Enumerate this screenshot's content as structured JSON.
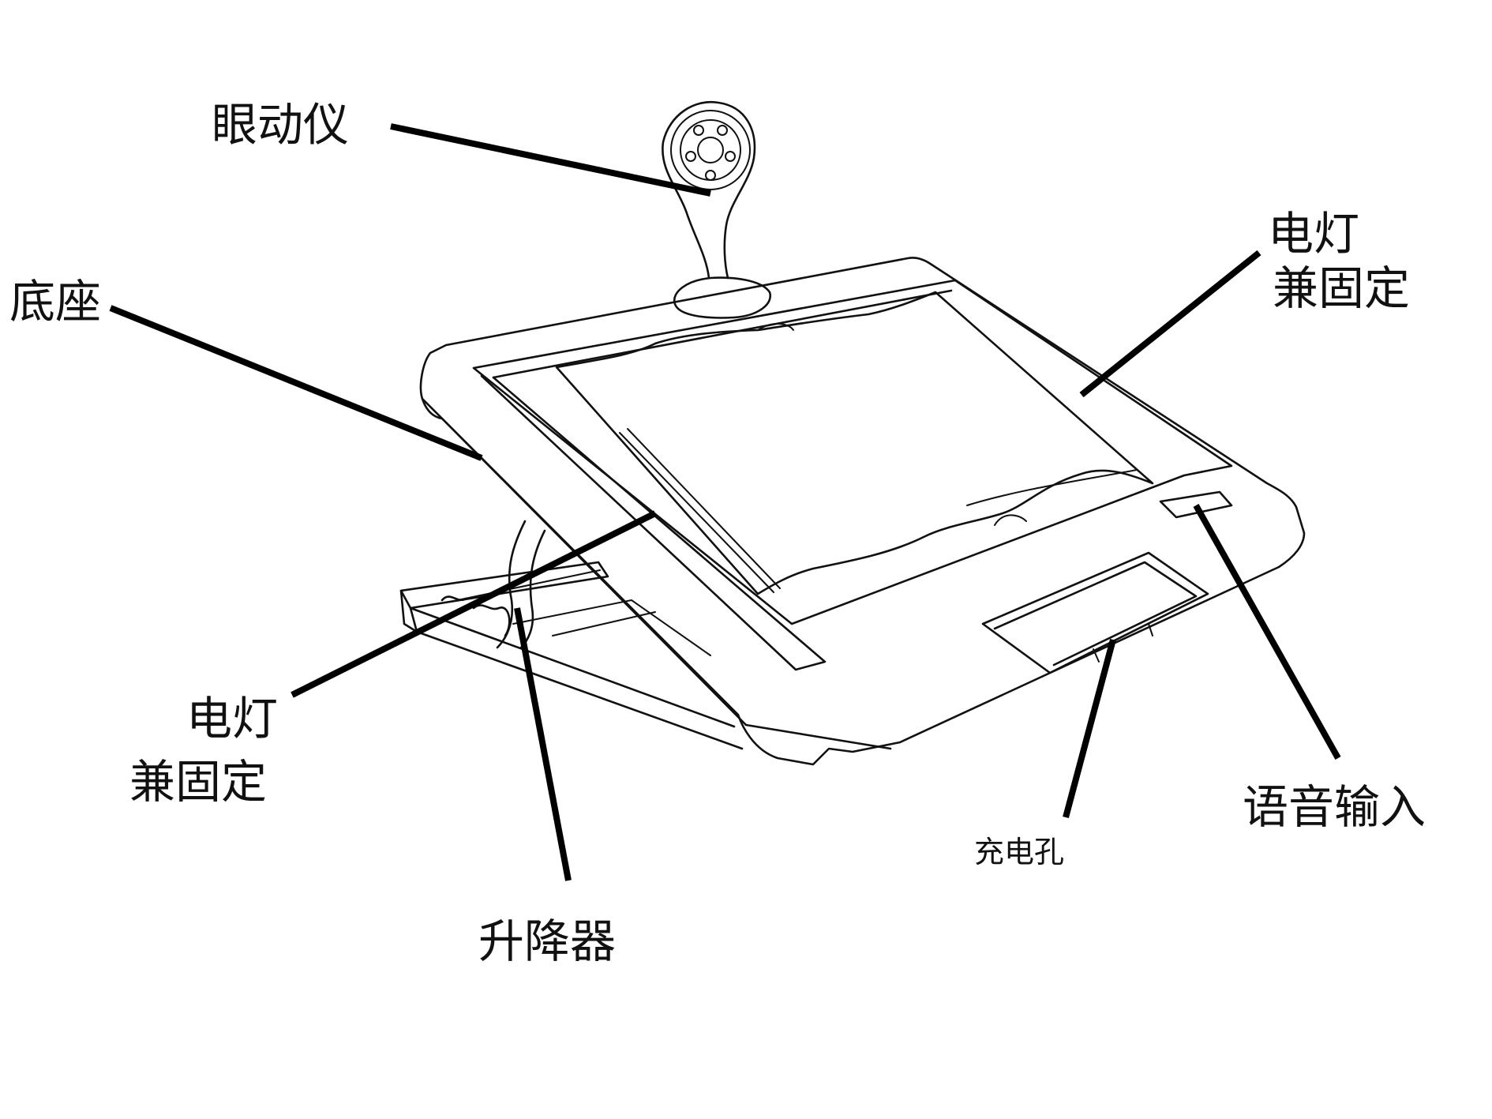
{
  "labels": {
    "eye_tracker": "眼动仪",
    "base": "底座",
    "lamp_right_line1": "电灯",
    "lamp_right_line2": "兼固定",
    "lamp_left_line1": "电灯",
    "lamp_left_line2": "兼固定",
    "voice_input": "语音输入",
    "charging_port": "充电孔",
    "lifter": "升降器"
  },
  "icons": {
    "device": "tablet-stand-sketch",
    "camera": "eye-tracker-camera"
  },
  "colors": {
    "ink": "#111111",
    "background": "#ffffff"
  }
}
